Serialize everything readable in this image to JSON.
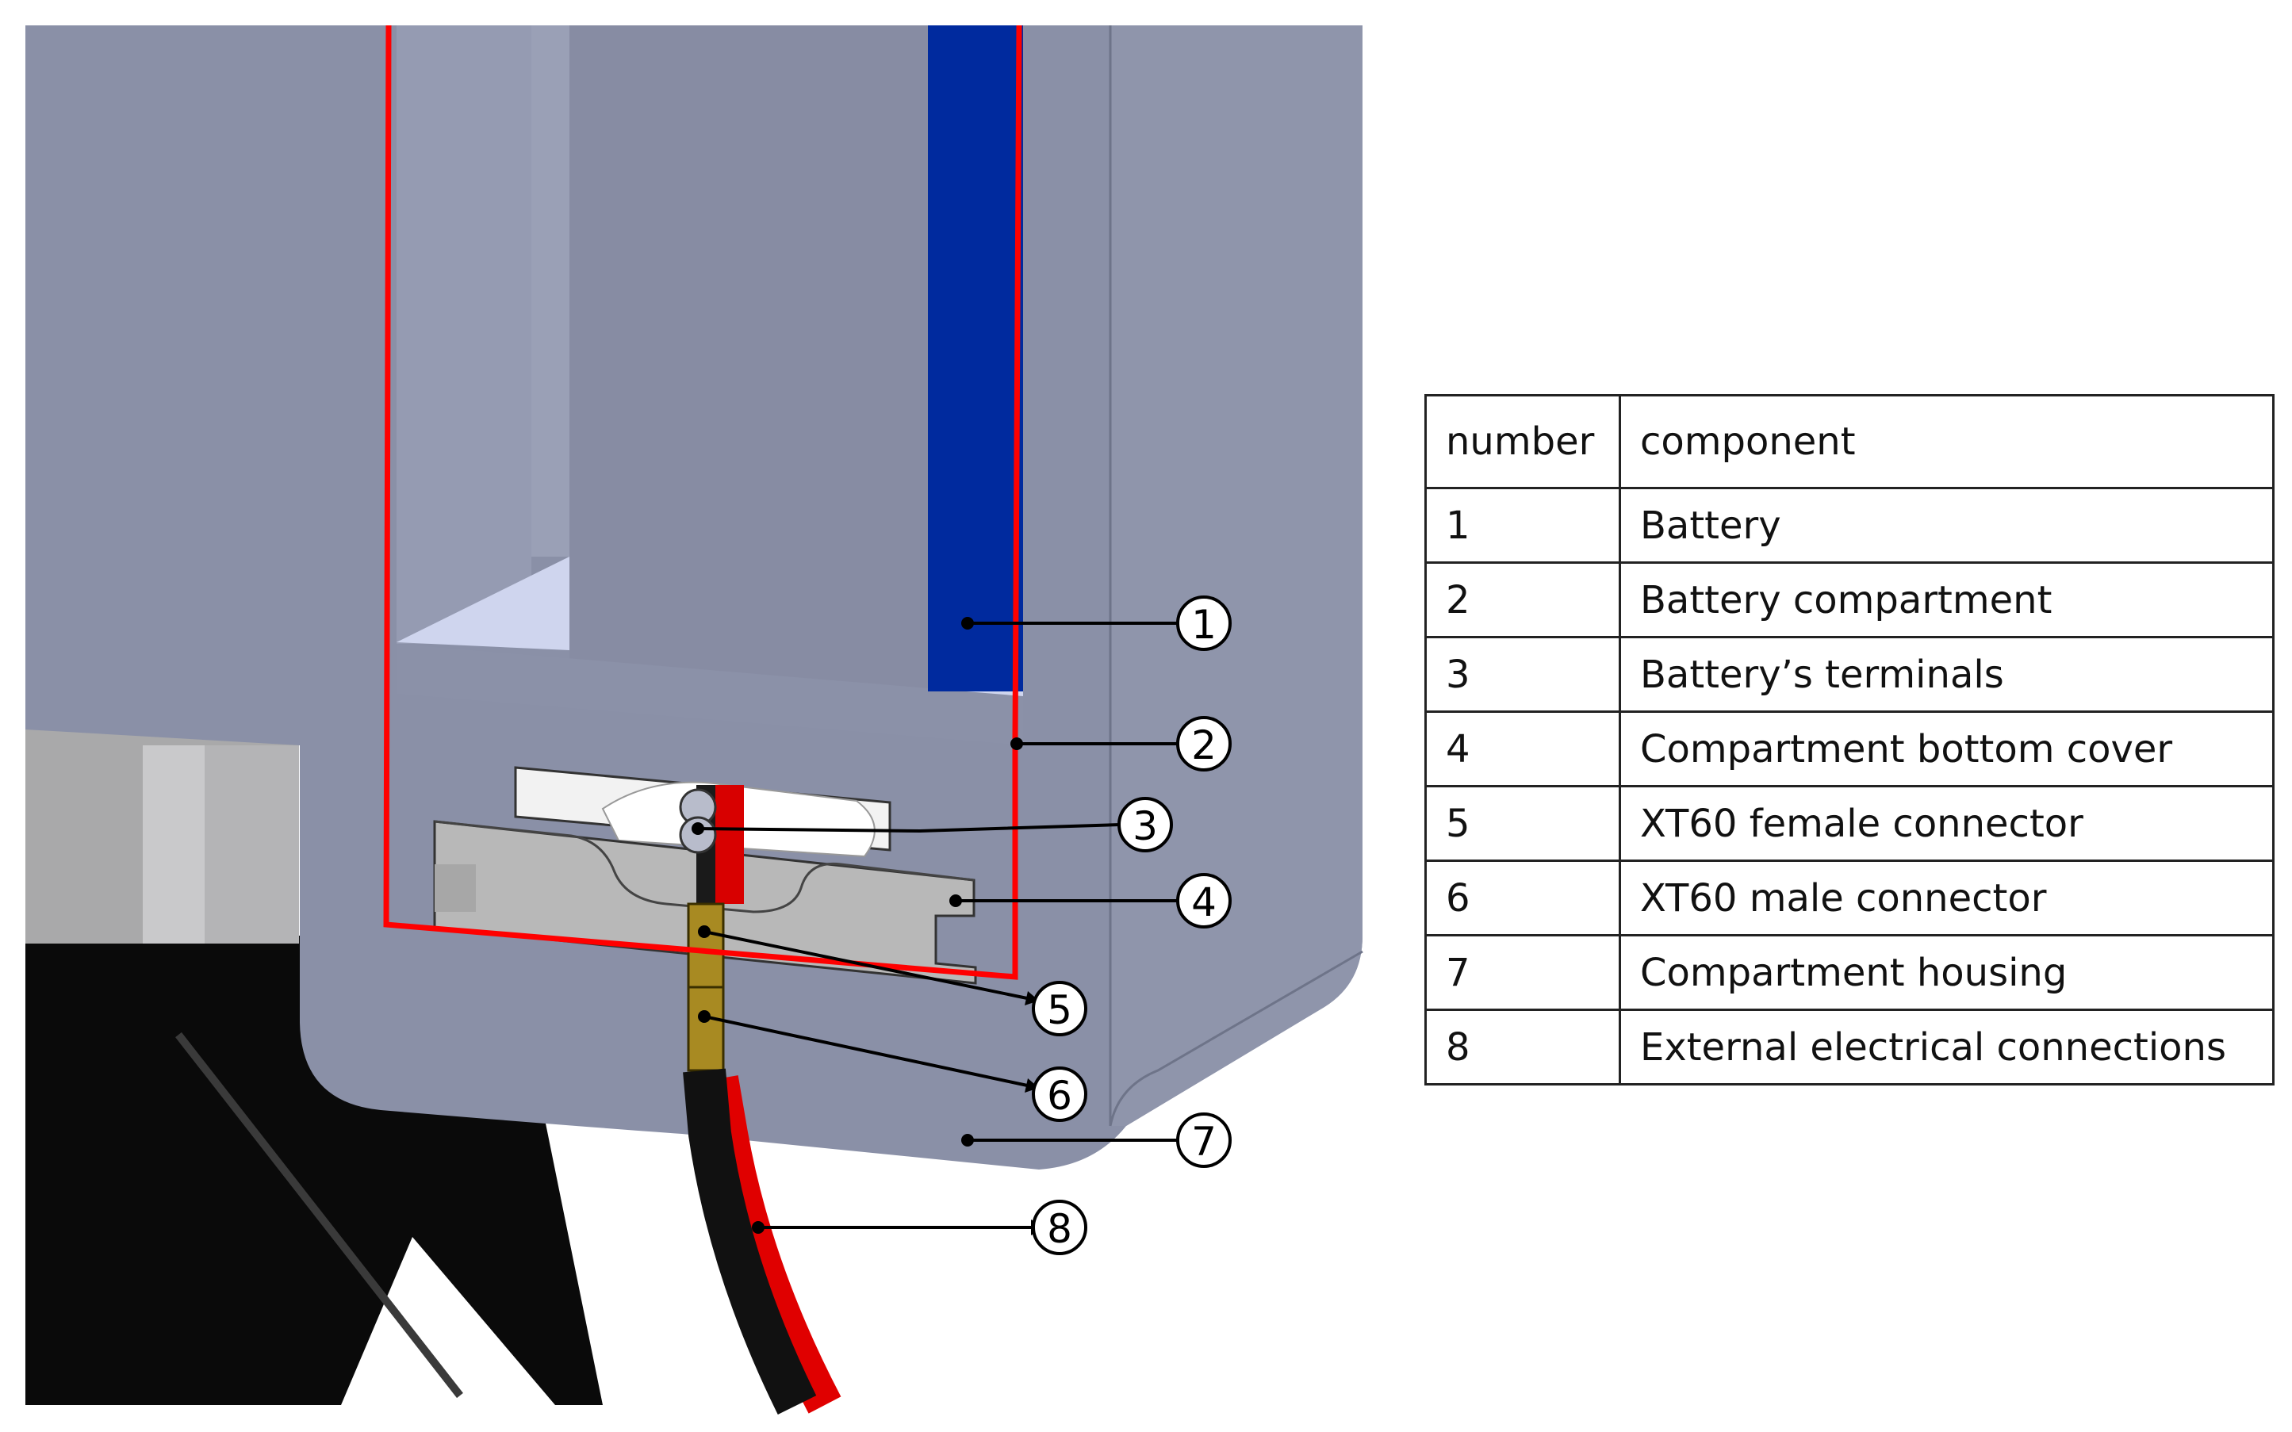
{
  "legend": {
    "header": {
      "number": "number",
      "component": "component"
    },
    "rows": [
      {
        "number": "1",
        "component": "Battery"
      },
      {
        "number": "2",
        "component": "Battery compartment"
      },
      {
        "number": "3",
        "component": "Battery’s terminals"
      },
      {
        "number": "4",
        "component": "Compartment bottom cover"
      },
      {
        "number": "5",
        "component": "XT60 female connector"
      },
      {
        "number": "6",
        "component": "XT60 male connector"
      },
      {
        "number": "7",
        "component": "Compartment housing"
      },
      {
        "number": "8",
        "component": "External electrical connections"
      }
    ]
  },
  "callouts": [
    "1",
    "2",
    "3",
    "4",
    "5",
    "6",
    "7",
    "8"
  ],
  "colors": {
    "housing": "#8a90a7",
    "battery": "#002a9e",
    "compartment_outline": "#ff0000",
    "cover": "#b8b8b8",
    "connector": "#a88a22",
    "cable": "#111111"
  }
}
